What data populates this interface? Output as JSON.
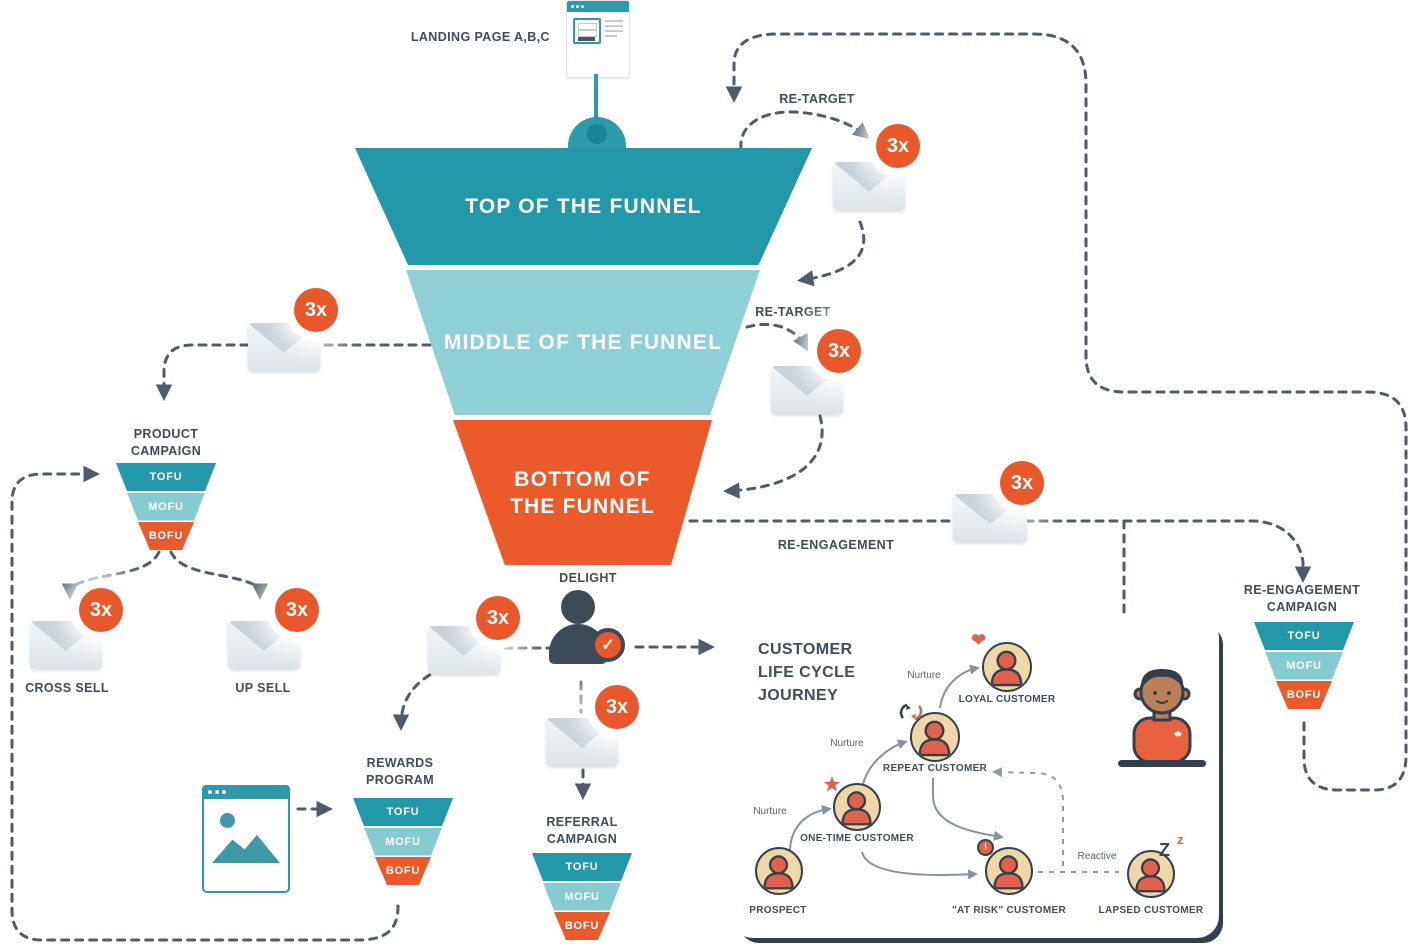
{
  "landing_page_label": "LANDING PAGE A,B,C",
  "funnel": {
    "top_label": "TOP OF THE FUNNEL",
    "middle_label": "MIDDLE OF THE FUNNEL",
    "bottom_label_line1": "BOTTOM OF",
    "bottom_label_line2": "THE FUNNEL"
  },
  "stages": {
    "tofu": "TOFU",
    "mofu": "MOFU",
    "bofu": "BOFU"
  },
  "badge_multiplier": "3x",
  "labels": {
    "retarget_top": "RE-TARGET",
    "retarget_middle": "RE-TARGET",
    "reengagement": "RE-ENGAGEMENT",
    "delight": "DELIGHT",
    "cross_sell": "CROSS SELL",
    "up_sell": "UP SELL"
  },
  "campaigns": {
    "product": {
      "line1": "PRODUCT",
      "line2": "CAMPAIGN"
    },
    "rewards": {
      "line1": "REWARDS",
      "line2": "PROGRAM"
    },
    "referral": {
      "line1": "REFERRAL",
      "line2": "CAMPAIGN"
    },
    "reengagement": {
      "line1": "RE-ENGAGEMENT",
      "line2": "CAMPAIGN"
    }
  },
  "journey": {
    "title_line1": "CUSTOMER",
    "title_line2": "LIFE CYCLE",
    "title_line3": "JOURNEY",
    "nurture": "Nurture",
    "reactive": "Reactive",
    "nodes": {
      "prospect": "PROSPECT",
      "one_time": "ONE-TIME CUSTOMER",
      "repeat": "REPEAT CUSTOMER",
      "loyal": "LOYAL CUSTOMER",
      "at_risk": "\"AT RISK\" CUSTOMER",
      "lapsed": "LAPSED CUSTOMER"
    },
    "lapsed_zz_large": "Z",
    "lapsed_zz_small": "z",
    "at_risk_badge": "!"
  },
  "icons": {
    "check": "✓",
    "heart": "❤",
    "star": "★"
  },
  "colors": {
    "teal_dark": "#2398A8",
    "teal_light": "#8FD0D6",
    "orange": "#EA5A2B",
    "slate": "#3E4D59",
    "line": "#4D5C68"
  }
}
